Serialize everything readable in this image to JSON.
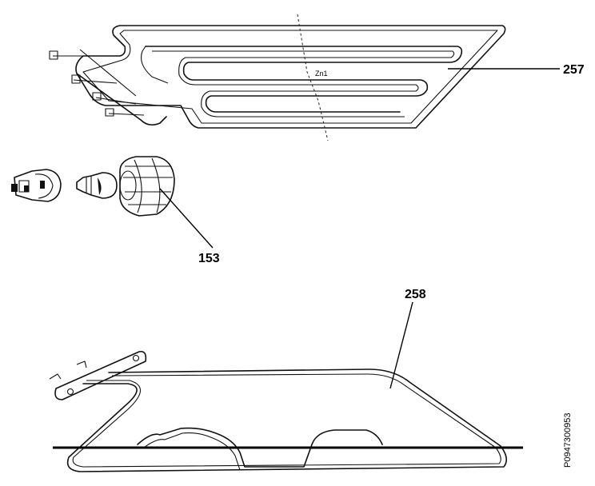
{
  "parts": {
    "top_element": {
      "number": "257",
      "temp_mark": "Zn1"
    },
    "lamp": {
      "number": "153"
    },
    "bottom_element": {
      "number": "258"
    }
  },
  "reference_code": "P0947300953"
}
